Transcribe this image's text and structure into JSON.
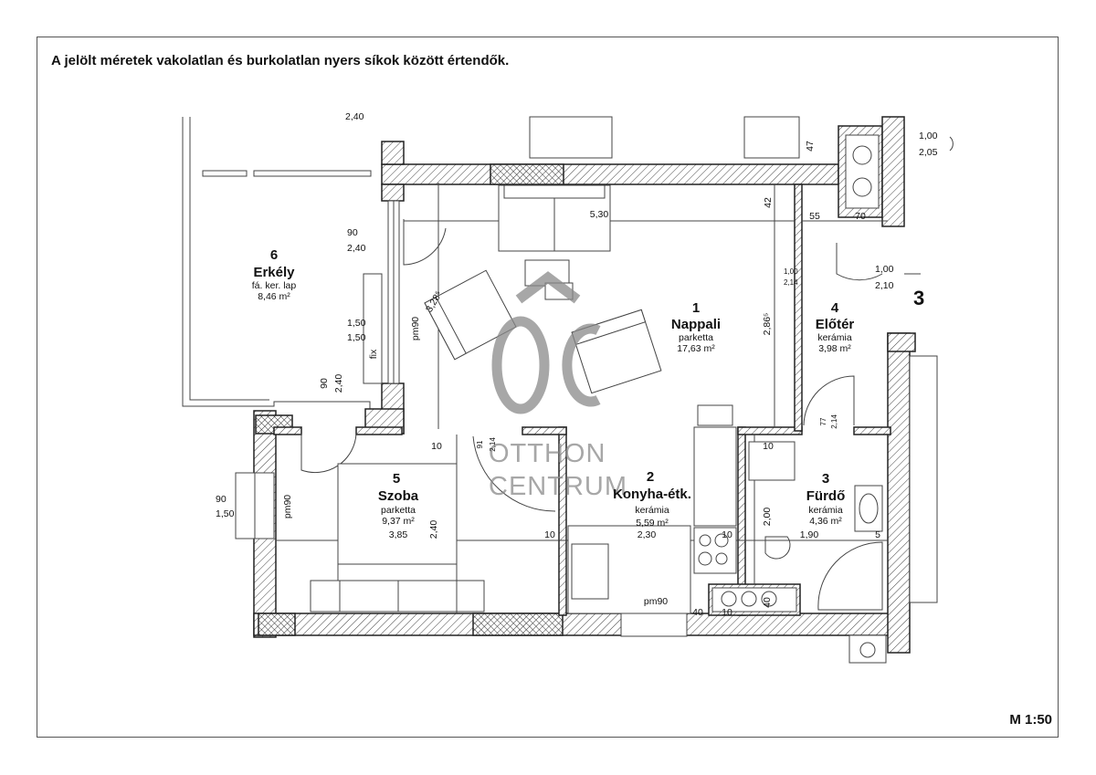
{
  "header_note": "A jelölt méretek vakolatlan és burkolatlan nyers síkok között értendők.",
  "scale_label": "M 1:50",
  "stair_number": "3",
  "watermark": {
    "logo": "OC",
    "line1": "OTTHON",
    "line2": "CENTRUM"
  },
  "rooms": [
    {
      "number": "1",
      "name": "Nappali",
      "floor": "parketta",
      "area": "17,63 m²"
    },
    {
      "number": "2",
      "name": "Konyha-étk.",
      "floor": "kerámia",
      "area": "5,59 m²"
    },
    {
      "number": "3",
      "name": "Fürdő",
      "floor": "kerámia",
      "area": "4,36 m²"
    },
    {
      "number": "4",
      "name": "Előtér",
      "floor": "kerámia",
      "area": "3,98 m²"
    },
    {
      "number": "5",
      "name": "Szoba",
      "floor": "parketta",
      "area": "9,37 m²"
    },
    {
      "number": "6",
      "name": "Erkély",
      "floor": "fá. ker. lap",
      "area": "8,46 m²"
    }
  ],
  "dimensions": {
    "living_width": "5,30",
    "living_depth": "2,86⁵",
    "kitchen_width": "2,30",
    "bath_width": "1,90",
    "bath_depth": "2,00",
    "room_width": "3,85",
    "room_depth": "2,40",
    "balcony_door_w": "90",
    "balcony_door_h": "2,40",
    "balcony_window_w": "1,50",
    "balcony_window_h": "1,50",
    "room_window_w": "90",
    "room_window_h": "1,50",
    "balcony_lower_w": "90",
    "balcony_lower_h": "2,40",
    "entry_door_w": "1,00",
    "entry_door_h": "2,10",
    "top_right_w": "1,00",
    "top_right_h": "2,05",
    "wall_47": "47",
    "wall_42": "42",
    "wall_55": "55",
    "wall_70": "70",
    "inner_door_w": "1,00",
    "inner_door_h": "2,14",
    "kitchen_door_w": "91",
    "kitchen_door_h": "2,14",
    "bath_door_w": "77",
    "bath_door_h": "2,14",
    "chair_dim": "3,28⁵",
    "top_dim": "2,40",
    "w10a": "10",
    "w10b": "10",
    "w10c": "10",
    "w10d": "10",
    "w10e": "10",
    "w40a": "40",
    "w40b": "40",
    "w5": "5",
    "pm90a": "pm90",
    "pm90b": "pm90",
    "pm90c": "pm90",
    "fix": "fix"
  }
}
